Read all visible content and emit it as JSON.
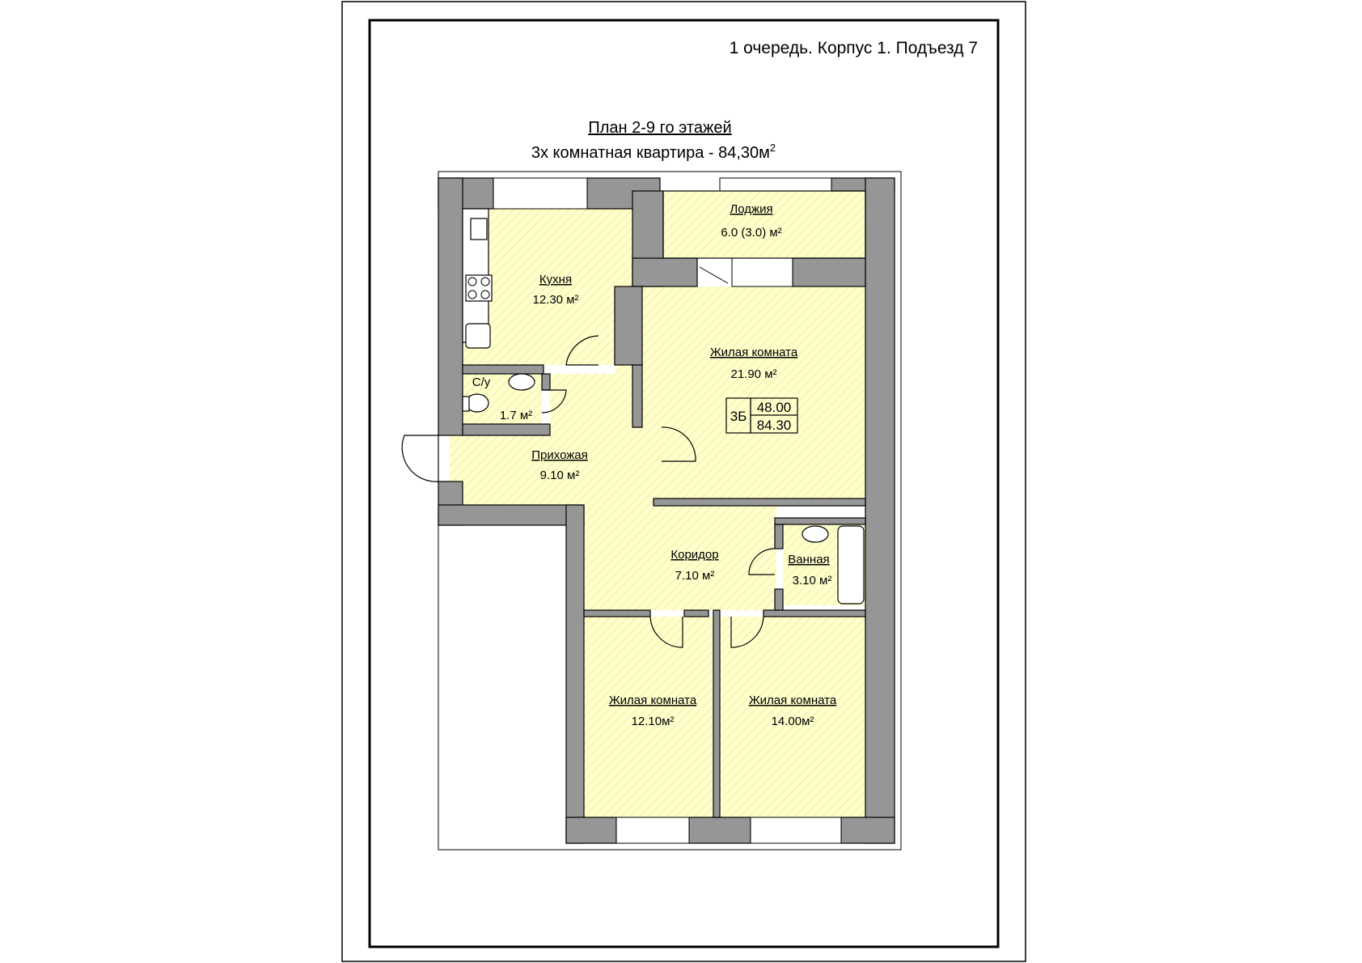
{
  "header": {
    "caption": "1 очередь.  Корпус 1. Подъезд 7"
  },
  "plan_title": {
    "line1": "План 2-9 го этажей",
    "line2": "3х комнатная квартира - 84,30м",
    "line2_sup": "2"
  },
  "rooms": {
    "loggia": {
      "name": "Лоджия",
      "area": "6.0 (3.0) м²"
    },
    "kitchen": {
      "name": "Кухня",
      "area": "12.30 м²"
    },
    "living_large": {
      "name": "Жилая комната",
      "area": "21.90 м²"
    },
    "wc": {
      "name": "С/у",
      "area": "1.7 м²"
    },
    "hall": {
      "name": "Прихожая",
      "area": "9.10 м²"
    },
    "corridor": {
      "name": "Коридор",
      "area": "7.10 м²"
    },
    "bathroom": {
      "name": "Ванная",
      "area": "3.10 м²"
    },
    "living_left": {
      "name": "Жилая комната",
      "area": "12.10м²"
    },
    "living_right": {
      "name": "Жилая комната",
      "area": "14.00м²"
    }
  },
  "apartment_box": {
    "type": "3Б",
    "living_area": "48.00",
    "total_area": "84.30"
  },
  "colors": {
    "room_fill": "#ffffcc",
    "hatch_line": "#e6e6a0",
    "wall": "#969696"
  }
}
